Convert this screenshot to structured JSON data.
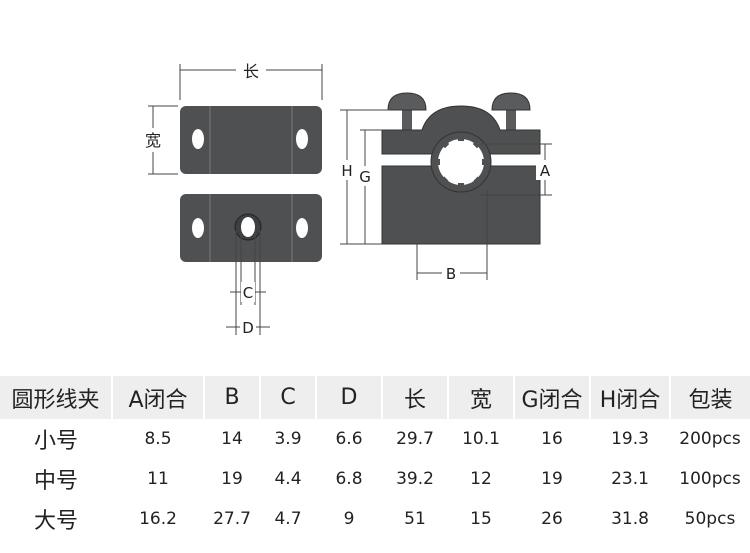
{
  "drawing": {
    "label_length": "长",
    "label_width": "宽",
    "label_h": "H",
    "label_g": "G",
    "label_a": "A",
    "label_b": "B",
    "label_c": "C",
    "label_d": "D",
    "colors": {
      "block": "#4f5052",
      "screw": "#5a5b5d",
      "dim_line": "#444444",
      "hole": "#ffffff"
    }
  },
  "table": {
    "headers": [
      "圆形线夹",
      "A闭合",
      "B",
      "C",
      "D",
      "长",
      "宽",
      "G闭合",
      "H闭合",
      "包装"
    ],
    "rows": [
      [
        "小号",
        "8.5",
        "14",
        "3.9",
        "6.6",
        "29.7",
        "10.1",
        "16",
        "19.3",
        "200pcs"
      ],
      [
        "中号",
        "11",
        "19",
        "4.4",
        "6.8",
        "39.2",
        "12",
        "19",
        "23.1",
        "100pcs"
      ],
      [
        "大号",
        "16.2",
        "27.7",
        "4.7",
        "9",
        "51",
        "15",
        "26",
        "31.8",
        "50pcs"
      ]
    ],
    "header_bg": "#eeeeee"
  }
}
